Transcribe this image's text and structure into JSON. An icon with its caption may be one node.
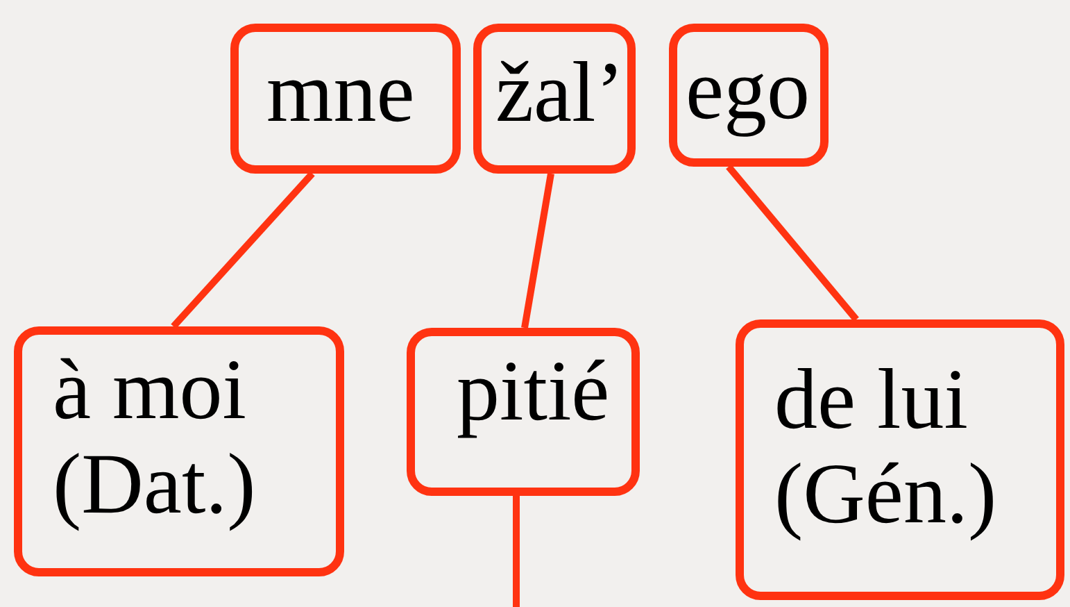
{
  "diagram": {
    "nodes": [
      {
        "text": [
          "mne"
        ]
      },
      {
        "text": [
          "žal’"
        ]
      },
      {
        "text": [
          "ego"
        ]
      },
      {
        "text": [
          "à moi (Dat.)"
        ]
      },
      {
        "text": [
          "pitié"
        ]
      },
      {
        "text": [
          "de lui (Gén.)"
        ]
      }
    ],
    "edges": [
      {
        "from": 0,
        "to": 3,
        "arrow": "none"
      },
      {
        "from": 1,
        "to": 4,
        "arrow": "none"
      },
      {
        "from": 2,
        "to": 5,
        "arrow": "none"
      },
      {
        "from": 4,
        "to": null,
        "arrow": "none"
      }
    ]
  }
}
